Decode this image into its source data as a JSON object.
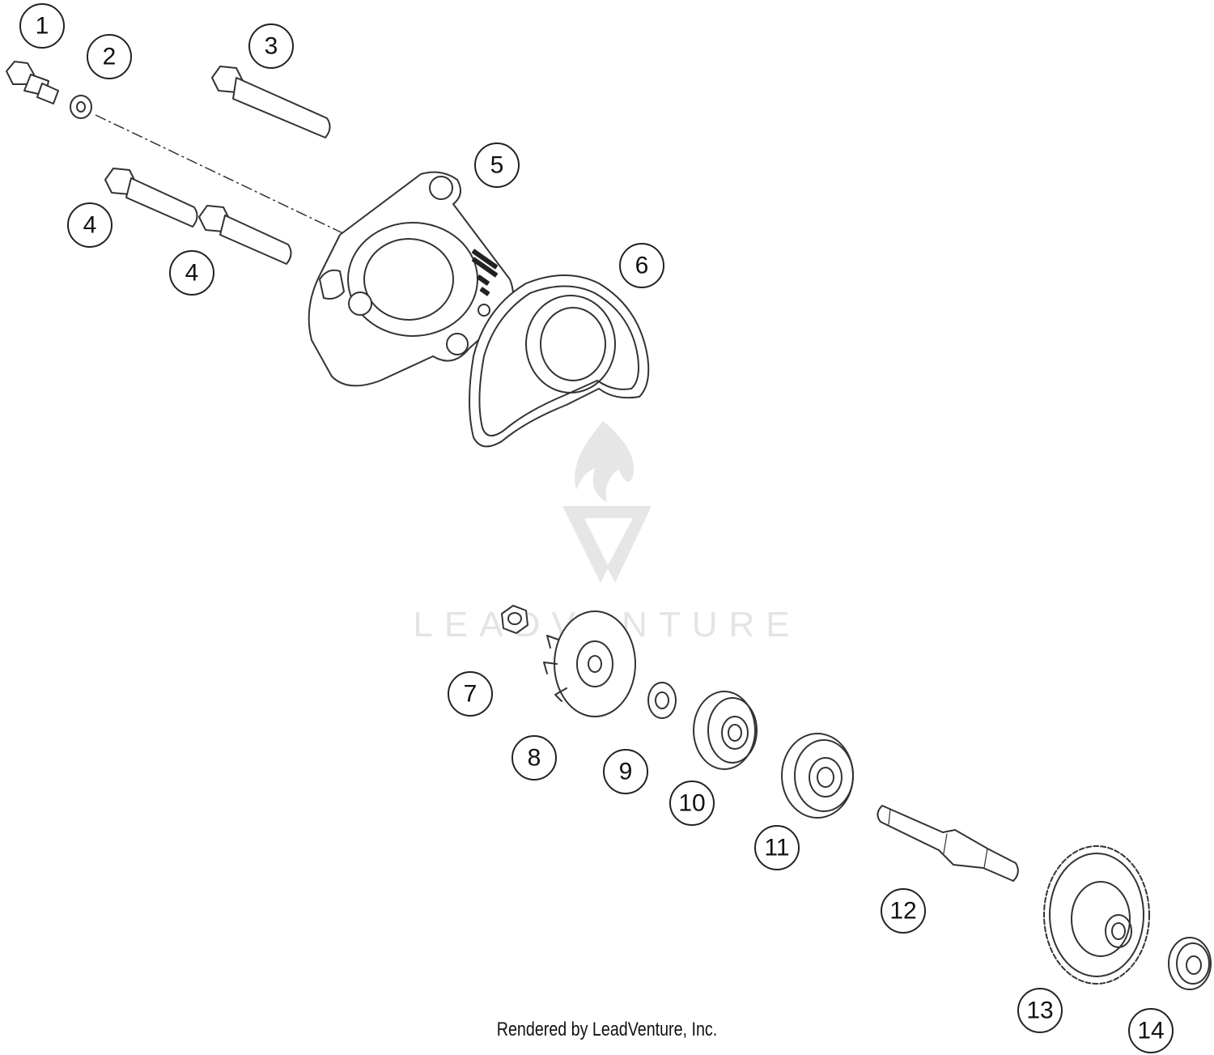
{
  "watermark": {
    "text": "LEADVENTURE"
  },
  "credit": "Rendered by LeadVenture, Inc.",
  "callouts": [
    "1",
    "2",
    "3",
    "4",
    "4",
    "5",
    "6",
    "7",
    "8",
    "9",
    "10",
    "11",
    "12",
    "13",
    "14"
  ],
  "colors": {
    "line": "#333333",
    "background": "#ffffff",
    "watermark": "#e4e4e4"
  }
}
